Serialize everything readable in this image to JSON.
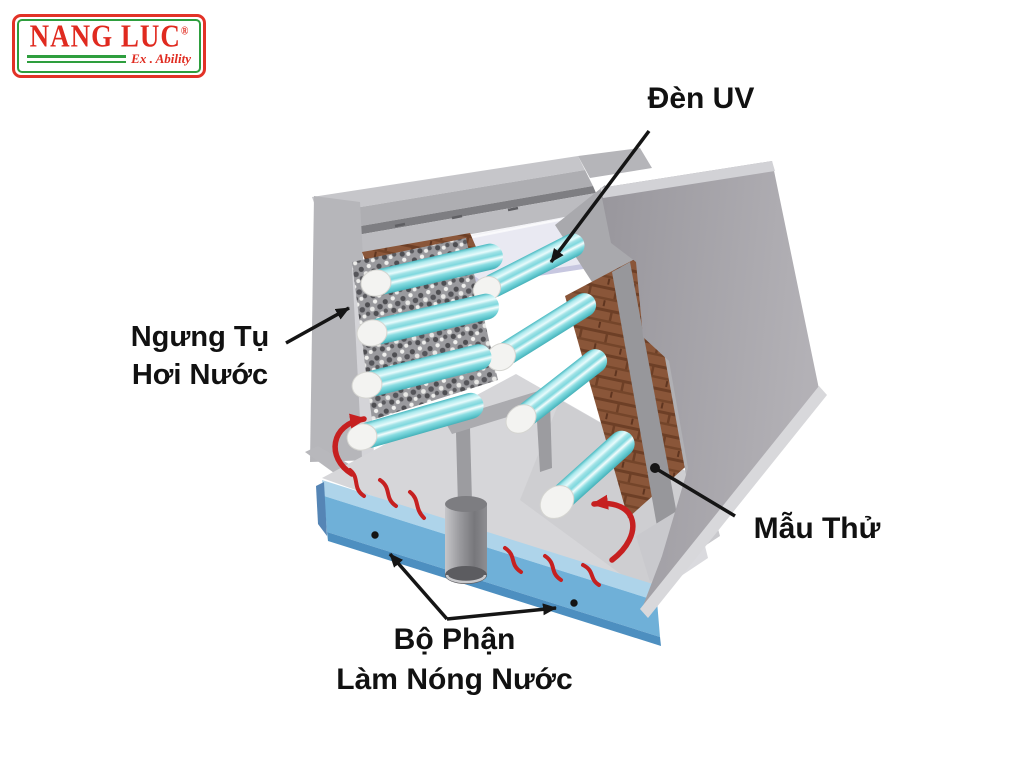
{
  "logo": {
    "name": "NANG LUC",
    "registered": "®",
    "tagline": "Ex . Ability"
  },
  "labels": {
    "uv_lamp": "Đèn UV",
    "condensation_line1": "Ngưng Tụ",
    "condensation_line2": "Hơi Nước",
    "test_sample": "Mẫu Thử",
    "heater_line1": "Bộ Phận",
    "heater_line2": "Làm Nóng Nước"
  },
  "colors": {
    "background": "#ffffff",
    "label_text": "#111111",
    "logo_red": "#e02a1f",
    "logo_green": "#2e9e3e",
    "annotation_black": "#151515",
    "steam_arrow_red": "#c62020",
    "uv_lamp_cyan": "#7fd8de",
    "water_blue": "#6fb0d8",
    "casing_gray": "#aeaeb2",
    "sample_brown": "#8a5639",
    "condensation_panel_gray": "#9a9a9e",
    "diffuser_lavender": "#c7c7e0"
  }
}
